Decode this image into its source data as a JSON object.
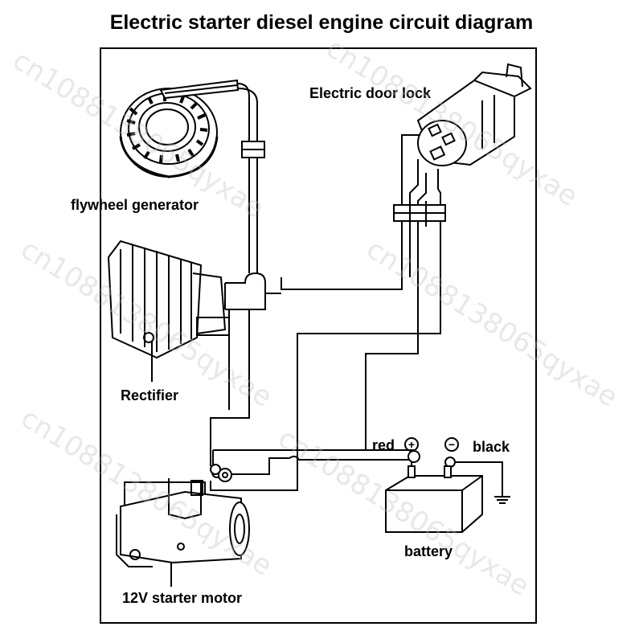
{
  "title": "Electric starter diesel engine circuit diagram",
  "components": {
    "flywheel_generator": "flywheel generator",
    "electric_door_lock": "Electric door lock",
    "rectifier": "Rectifier",
    "starter_motor": "12V starter motor",
    "battery": "battery"
  },
  "terminals": {
    "positive_label": "red",
    "negative_label": "black",
    "positive_symbol": "+",
    "negative_symbol": "−"
  },
  "watermark": "cn1088138065qyxae"
}
